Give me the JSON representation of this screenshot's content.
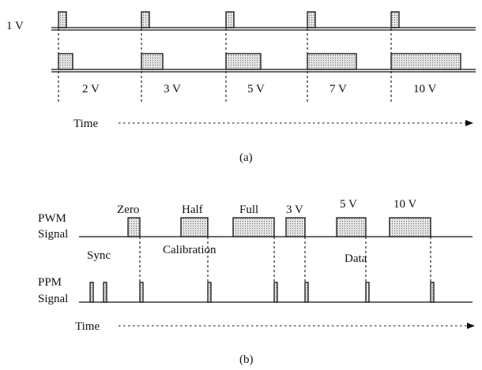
{
  "panel_a": {
    "row1_label": "1 V",
    "voltages": [
      "2 V",
      "3 V",
      "5 V",
      "7 V",
      "10 V"
    ],
    "time_label": "Time",
    "caption": "(a)"
  },
  "panel_b": {
    "pwm_label_1": "PWM",
    "pwm_label_2": "Signal",
    "ppm_label_1": "PPM",
    "ppm_label_2": "Signal",
    "pulse_labels": [
      "Zero",
      "Half",
      "Full",
      "3 V",
      "5 V",
      "10 V"
    ],
    "sync_label": "Sync",
    "calibration_label": "Calibration",
    "data_label": "Data",
    "time_label": "Time",
    "caption": "(b)"
  }
}
